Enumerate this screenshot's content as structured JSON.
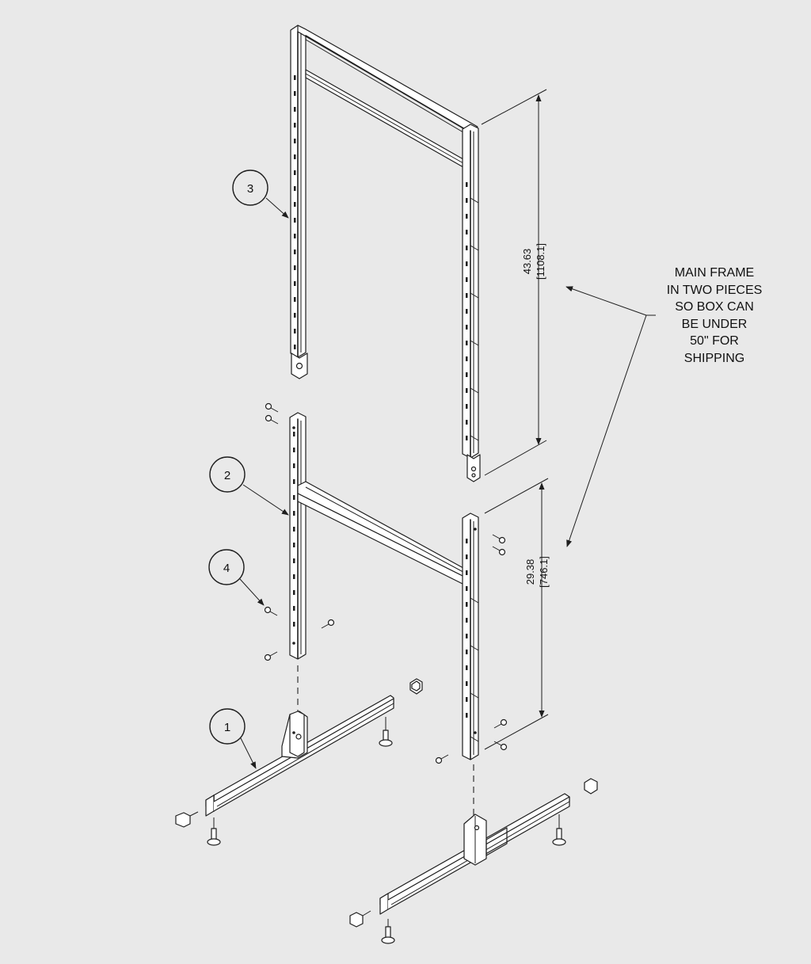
{
  "balloons": [
    {
      "id": "1",
      "label": "1"
    },
    {
      "id": "2",
      "label": "2"
    },
    {
      "id": "3",
      "label": "3"
    },
    {
      "id": "4",
      "label": "4"
    }
  ],
  "dimensions": {
    "upper": {
      "inches": "43.63",
      "mm": "[1108.1]"
    },
    "lower": {
      "inches": "29.38",
      "mm": "[746.1]"
    }
  },
  "note": {
    "lines": [
      "MAIN FRAME",
      "IN TWO PIECES",
      "SO BOX CAN",
      "BE UNDER",
      "50\" FOR",
      "SHIPPING"
    ]
  }
}
